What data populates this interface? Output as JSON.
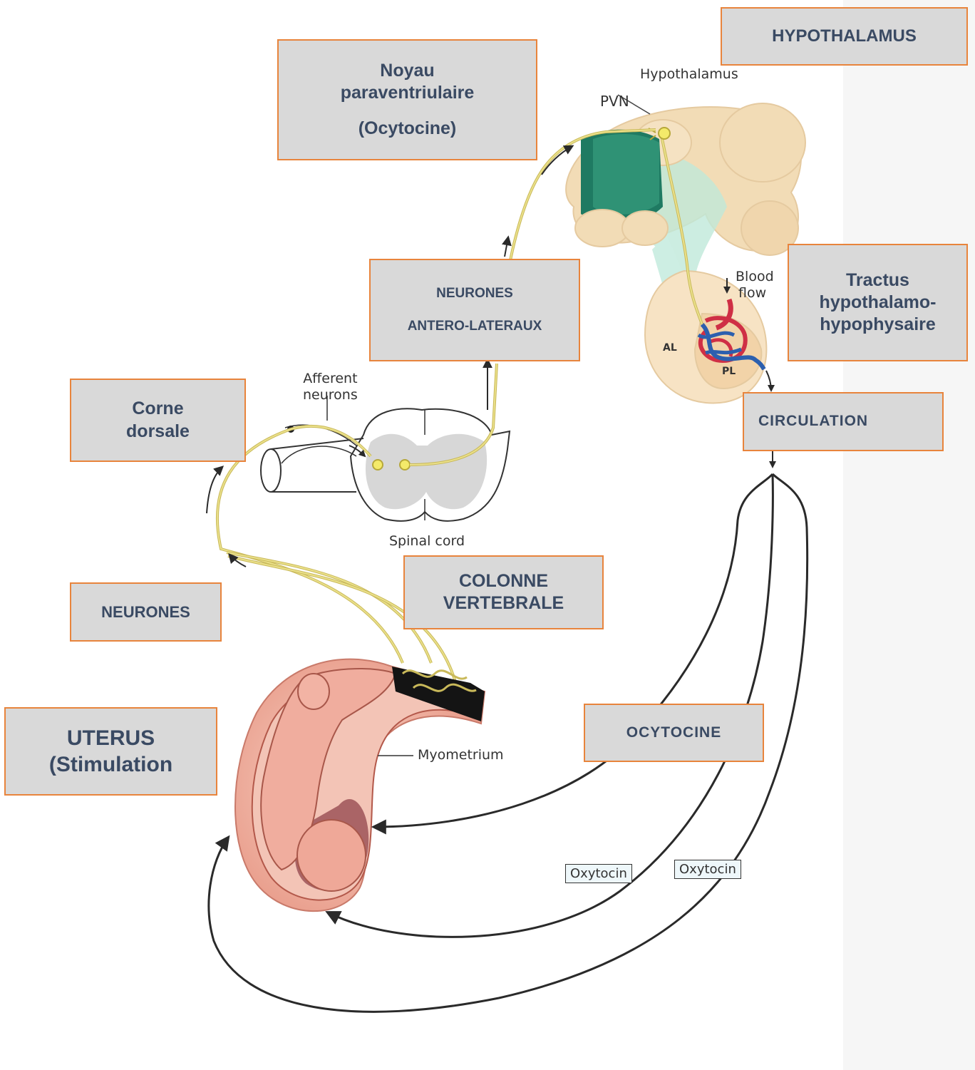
{
  "boxes": {
    "hypothalamus": "HYPOTHALAMUS",
    "noyau_line1": "Noyau",
    "noyau_line2": "paraventriulaire",
    "noyau_line3": "(Ocytocine)",
    "tractus_line1": "Tractus",
    "tractus_line2": "hypothalamo-",
    "tractus_line3": "hypophysaire",
    "neurones_al_line1": "NEURONES",
    "neurones_al_line2": "ANTERO-LATERAUX",
    "corne_line1": "Corne",
    "corne_line2": "dorsale",
    "circulation": "CIRCULATION",
    "neurones": "NEURONES",
    "colonne_line1": "COLONNE",
    "colonne_line2": "VERTEBRALE",
    "uterus_line1": "UTERUS",
    "uterus_line2": "(Stimulation",
    "ocytocine": "OCYTOCINE"
  },
  "labels": {
    "hypothalamus": "Hypothalamus",
    "pvn": "PVN",
    "blood_line1": "Blood",
    "blood_line2": "flow",
    "al": "AL",
    "pl": "PL",
    "afferent_line1": "Afferent",
    "afferent_line2": "neurons",
    "spinal_cord": "Spinal cord",
    "myometrium": "Myometrium",
    "oxytocin_1": "Oxytocin",
    "oxytocin_2": "Oxytocin"
  },
  "colors": {
    "box_fill": "#d9d9d9",
    "box_border": "#e8843c",
    "box_text": "#3a4a63",
    "nerve": "#e6df86",
    "brain": "#f2dcb6",
    "pvn_nucleus": "#1f7a62",
    "artery": "#cf2f45",
    "vein": "#2c5fae",
    "uterus": "#f0b8aa"
  }
}
